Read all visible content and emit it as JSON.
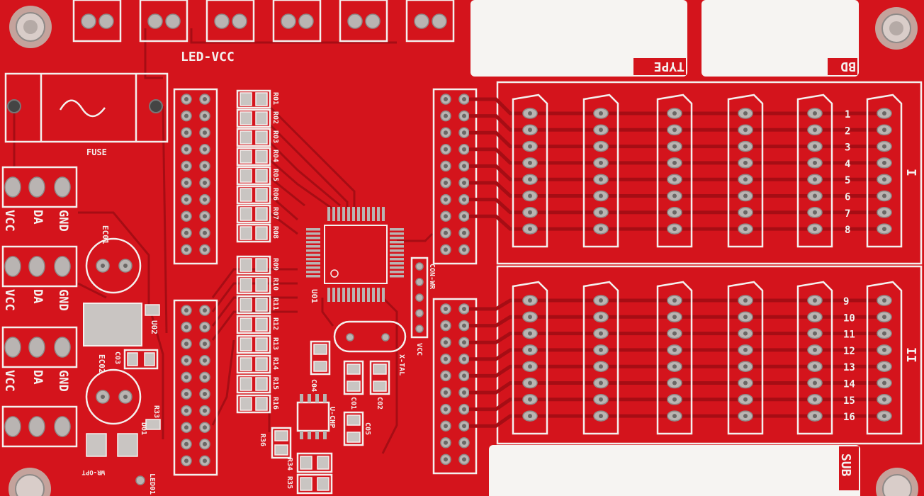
{
  "board": {
    "color": "#d4141c",
    "silkscreen_color": "#f4f0ee",
    "trace_color": "#a60d14",
    "pad_color": "#b9b4b2"
  },
  "labels": {
    "led_vcc": "LED-VCC",
    "fuse": "FUSE",
    "type": "TYPE",
    "bd": "BD",
    "sub": "SUB",
    "section_1": "I",
    "section_2": "II",
    "u01": "U01",
    "u02": "U02",
    "con_wr": "CON-WR",
    "vcc_small": "VCC",
    "xtal": "X-TAL",
    "ec01": "EC01",
    "ec02": "EC02",
    "c03": "C03",
    "c04": "C04",
    "c01": "C01",
    "c02": "C02",
    "c05": "C05",
    "u_chp": "U-CHP",
    "r33": "R33",
    "r34": "R34",
    "r35": "R35",
    "r36": "R36",
    "d01": "D01",
    "led01": "LED01",
    "wr_opt": "WR-OPT"
  },
  "power_connectors": [
    {
      "vcc": "VCC",
      "da": "DA",
      "gnd": "GND"
    },
    {
      "vcc": "VCC",
      "da": "DA",
      "gnd": "GND"
    },
    {
      "vcc": "VCC",
      "da": "DA",
      "gnd": "GND"
    }
  ],
  "resistors": [
    "R01",
    "R02",
    "R03",
    "R04",
    "R05",
    "R06",
    "R07",
    "R08",
    "R09",
    "R10",
    "R11",
    "R12",
    "R13",
    "R14",
    "R15",
    "R16"
  ],
  "channels_top": [
    "1",
    "2",
    "3",
    "4",
    "5",
    "6",
    "7",
    "8"
  ],
  "channels_bottom": [
    "9",
    "10",
    "11",
    "12",
    "13",
    "14",
    "15",
    "16"
  ]
}
